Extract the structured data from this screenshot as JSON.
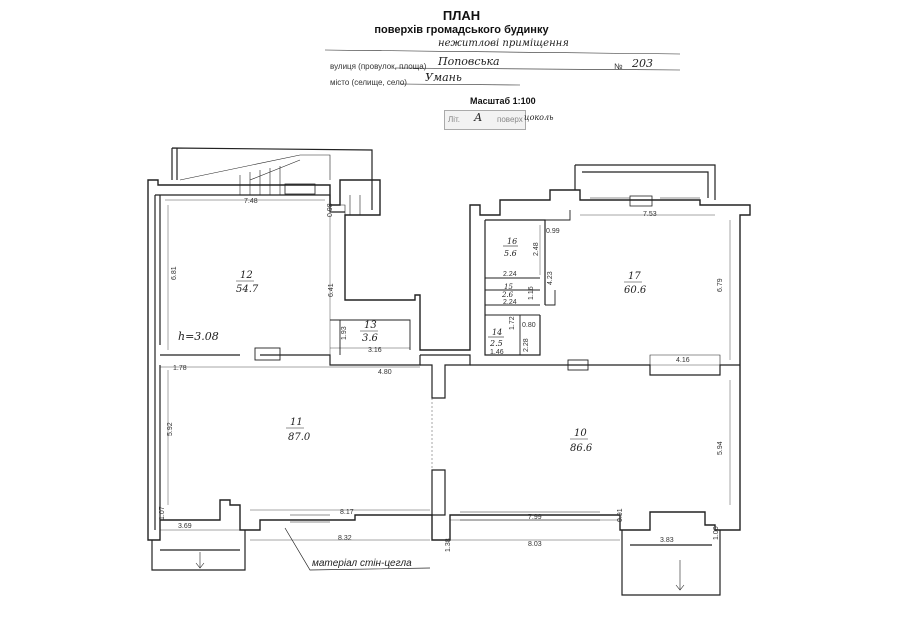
{
  "header": {
    "title": "ПЛАН",
    "subtitle": "поверхів громадського будинку",
    "building_type": "нежитлові приміщення",
    "street_label": "вулиця (провулок, площа)",
    "street_value": "Поповська",
    "number_label": "№",
    "number_value": "203",
    "city_label": "місто (селище, село)",
    "city_value": "Умань",
    "scale": "Масштаб 1:100",
    "litera_label": "Літ.",
    "litera_value": "А",
    "floor_label": "поверх",
    "floor_value": "цоколь"
  },
  "rooms": [
    {
      "id": "12",
      "area": "54.7"
    },
    {
      "id": "13",
      "area": "3.6"
    },
    {
      "id": "11",
      "area": "87.0"
    },
    {
      "id": "16",
      "area": "5.6"
    },
    {
      "id": "15",
      "area": "2.6"
    },
    {
      "id": "14",
      "area": "2.5"
    },
    {
      "id": "17",
      "area": "60.6"
    },
    {
      "id": "10",
      "area": "86.6"
    }
  ],
  "dimensions": {
    "d748": "7.48",
    "d098": "0.98",
    "d681": "6.81",
    "d641": "6.41",
    "d193": "1.93",
    "d316": "3.16",
    "d178": "1.78",
    "d480": "4.80",
    "d592": "5.92",
    "d107": "1.07",
    "d369": "3.69",
    "d817": "8.17",
    "d832": "8.32",
    "d138": "1.38",
    "d799": "7.99",
    "d803": "8.03",
    "d091": "0.91",
    "d383": "3.83",
    "d106": "1.06",
    "d594": "5.94",
    "d416": "4.16",
    "d679": "6.79",
    "d753": "7.53",
    "d099": "0.99",
    "d248": "2.48",
    "d224a": "2.24",
    "d423": "4.23",
    "d116": "1.16",
    "d224b": "2.24",
    "d172": "1.72",
    "d080": "0.80",
    "d228": "2.28",
    "d146": "1.46"
  },
  "ceiling_height": "h=3.08",
  "material_note": "матеріал стін-цегла"
}
